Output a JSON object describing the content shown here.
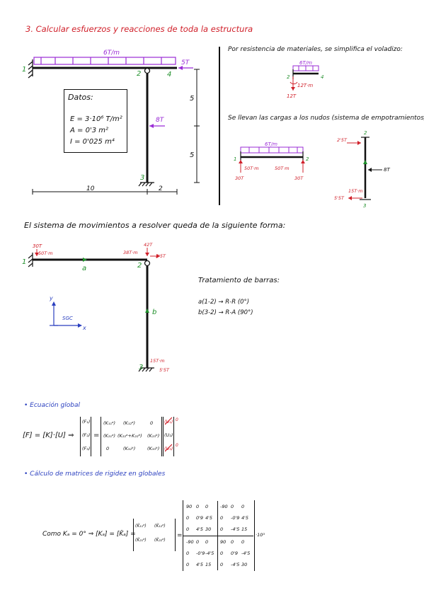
{
  "heading": "3. Calcular esfuerzos y reacciones de toda la estructura",
  "fig1": {
    "load_top": "6T/m",
    "force_right": "5T",
    "force_side": "8T",
    "node1": "1",
    "node2": "2",
    "node3": "3",
    "node4": "4",
    "dim_10": "10",
    "dim_2": "2",
    "dim_5a": "5",
    "dim_5b": "5",
    "datos_title": "Datos:",
    "datos_E": "E = 3·10⁶ T/m²",
    "datos_A": "A = 0'3 m²",
    "datos_I": "I = 0'025 m⁴"
  },
  "right": {
    "simplify_text": "Por resistencia de materiales, se simplifica el voladizo:",
    "cant_load": "6T/m",
    "cant_moment": "12T·m",
    "cant_force": "12T",
    "cant_n2": "2",
    "cant_n4": "4",
    "knots_text": "Se llevan las cargas a los nudos (sistema de empotramientos):",
    "beam_load": "6T/m",
    "beam_m1": "50T·m",
    "beam_m2": "50T·m",
    "beam_r1": "30T",
    "beam_r2": "30T",
    "beam_n1": "1",
    "beam_n2": "2",
    "col_top_force": "2'5T",
    "col_side_force": "8T",
    "col_bottom_moment": "15T·m",
    "col_bottom_force": "5'5T",
    "col_n2": "2",
    "col_n3": "3"
  },
  "system_text": "El sistema de movimientos a resolver queda de la siguiente forma:",
  "fig2": {
    "f1_force": "30T",
    "f1_moment": "50T·m",
    "f2_moment": "38T·m",
    "f2_force_v": "42T",
    "f2_force_h": "2'5T",
    "f3_moment": "15T·m",
    "f3_force": "5'5T",
    "bar_a": "a",
    "bar_b": "b",
    "n1": "1",
    "n2": "2",
    "n3": "3",
    "sgc": "SGC",
    "axis_x": "x",
    "axis_y": "y"
  },
  "bars": {
    "title": "Tratamiento de barras:",
    "row_a": "a(1-2) → R-R (0°)",
    "row_b": "b(3-2) → R-A (90°)"
  },
  "eq_global": {
    "title": "• Ecuación global",
    "lhs": "[F] = [K]·[U] ⇒",
    "F": [
      "(F₁)",
      "(F₂)",
      "(F₃)"
    ],
    "eq": "=",
    "K": [
      [
        "(K₁₁ᵃ)",
        "(K₁₂ᵃ)",
        "0"
      ],
      [
        "(K₂₁ᵃ)",
        "(K₂₂ᵃ+K₂₂ᵇ)",
        "(K₂₃ᵇ)"
      ],
      [
        "0",
        "(K₃₂ᵇ)",
        "(K₃₃ᵇ)"
      ]
    ],
    "U": [
      "(U₁)",
      "(U₂)",
      "(U₃)"
    ],
    "zero": "0"
  },
  "rigidez": {
    "title": "• Cálculo de matrices de rigidez en globales",
    "lhs": "Como  Kₐ = 0° ⇒  [Kₐ] = [K̂ₐ] =",
    "blocks": [
      [
        "(K̂₁₁ᵃ)",
        "(K̂₁₂ᵃ)"
      ],
      [
        "(K̂₂₁ᵃ)",
        "(K̂₂₂ᵃ)"
      ]
    ],
    "eq": "=",
    "matrix": [
      [
        "90",
        "0",
        "0",
        "-90",
        "0",
        "0"
      ],
      [
        "0",
        "0'9",
        "4'5",
        "0",
        "-0'9",
        "4'5"
      ],
      [
        "0",
        "4'5",
        "30",
        "0",
        "-4'5",
        "15"
      ],
      [
        "-90",
        "0",
        "0",
        "90",
        "0",
        "0"
      ],
      [
        "0",
        "-0'9",
        "-4'5",
        "0",
        "0'9",
        "-4'5"
      ],
      [
        "0",
        "4'5",
        "15",
        "0",
        "-4'5",
        "30"
      ]
    ],
    "factor": "·10³"
  }
}
